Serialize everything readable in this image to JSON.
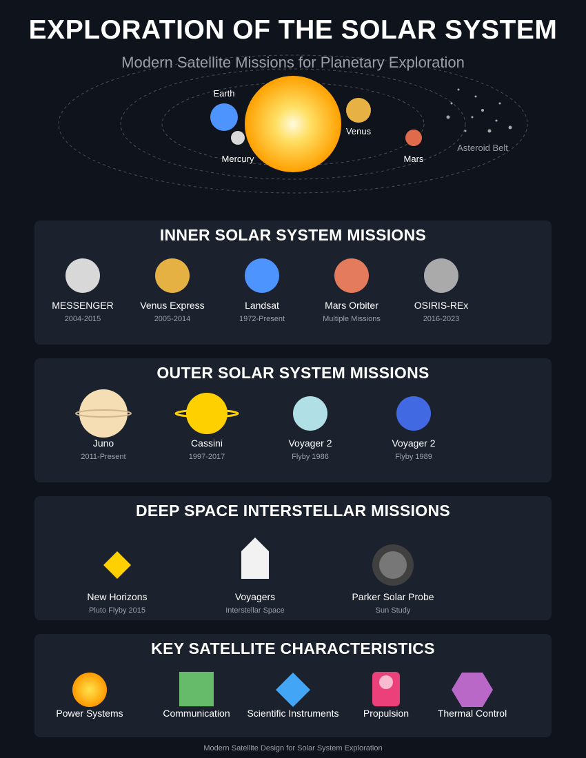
{
  "header": {
    "title": "EXPLORATION OF THE SOLAR SYSTEM",
    "subtitle": "Modern Satellite Missions for Planetary Exploration"
  },
  "solar_diagram": {
    "labels": {
      "earth": "Earth",
      "mercury": "Mercury",
      "venus": "Venus",
      "mars": "Mars",
      "asteroid_belt": "Asteroid Belt"
    },
    "colors": {
      "sun": "#ffb20a",
      "earth": "#4d94ff",
      "mercury": "#d9d9d9",
      "venus": "#e8b144",
      "mars": "#e06a4c"
    }
  },
  "inner": {
    "title": "INNER SOLAR SYSTEM MISSIONS",
    "missions": [
      {
        "name": "MESSENGER",
        "dates": "2004-2015",
        "color": "#d8d8d8"
      },
      {
        "name": "Venus Express",
        "dates": "2005-2014",
        "color": "#e6b143"
      },
      {
        "name": "Landsat",
        "dates": "1972-Present",
        "color": "#4d94ff"
      },
      {
        "name": "Mars Orbiter",
        "dates": "Multiple Missions",
        "color": "#e47b5c"
      },
      {
        "name": "OSIRIS-REx",
        "dates": "2016-2023",
        "color": "#aaaaaa"
      }
    ]
  },
  "outer": {
    "title": "OUTER SOLAR SYSTEM MISSIONS",
    "missions": [
      {
        "name": "Juno",
        "dates": "2011-Present",
        "color": "#f5deb3"
      },
      {
        "name": "Cassini",
        "dates": "1997-2017",
        "color": "#ffd000"
      },
      {
        "name": "Voyager 2",
        "dates": "Flyby 1986",
        "color": "#b0e0e6"
      },
      {
        "name": "Voyager 2",
        "dates": "Flyby 1989",
        "color": "#4169e1"
      }
    ]
  },
  "deep": {
    "title": "DEEP SPACE INTERSTELLAR MISSIONS",
    "missions": [
      {
        "name": "New Horizons",
        "dates": "Pluto Flyby 2015",
        "icon": "diamond-icon"
      },
      {
        "name": "Voyagers",
        "dates": "Interstellar Space",
        "icon": "pentagon-icon"
      },
      {
        "name": "Parker Solar Probe",
        "dates": "Sun Study",
        "icon": "ring-icon"
      }
    ]
  },
  "characteristics": {
    "title": "KEY SATELLITE CHARACTERISTICS",
    "items": [
      {
        "name": "Power Systems",
        "icon": "sun-icon",
        "color": "#ffa500"
      },
      {
        "name": "Communication",
        "icon": "square-icon",
        "color": "#66bb6a"
      },
      {
        "name": "Scientific Instruments",
        "icon": "diamond-icon",
        "color": "#42a5f5"
      },
      {
        "name": "Propulsion",
        "icon": "thruster-icon",
        "color": "#ec407a"
      },
      {
        "name": "Thermal Control",
        "icon": "hexagon-icon",
        "color": "#ba68c8"
      }
    ]
  },
  "footer": "Modern Satellite Design for Solar System Exploration"
}
